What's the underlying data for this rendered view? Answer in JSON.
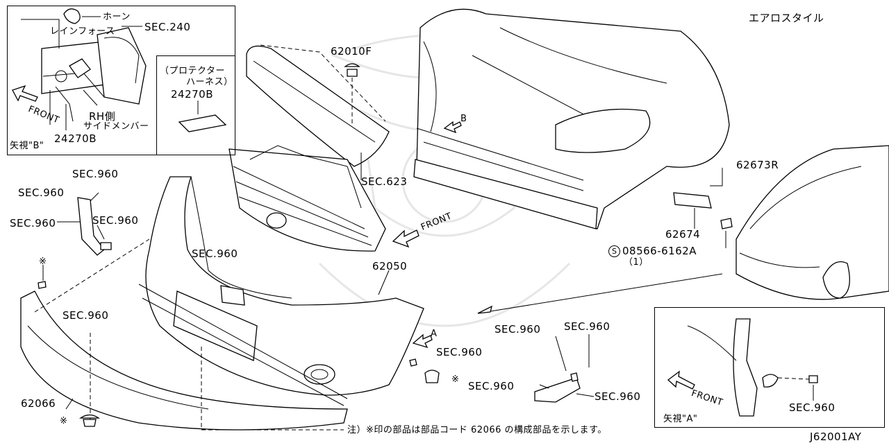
{
  "header": {
    "aero_style": "エアロスタイル"
  },
  "inset_b": {
    "horn": "ホーン",
    "reinforce": "レインフォース",
    "sec240": "SEC.240",
    "protector_line1": "（プロテクター",
    "protector_line2": "ハーネス）",
    "protector_code": "24270B",
    "front": "FRONT",
    "rh_line1": "RH側",
    "rh_line2": "サイドメンバー",
    "part_code": "24270B",
    "view_label": "矢視\"B\""
  },
  "labels": {
    "p62010F": "62010F",
    "sec623": "SEC.623",
    "p62673R": "62673R",
    "p62674": "62674",
    "bolt_code": "08566-6162A",
    "bolt_qty": "（1）",
    "bolt_symbol": "S",
    "front_mid": "FRONT",
    "marker_b": "B",
    "marker_a": "A",
    "p62050": "62050",
    "p62066": "62066",
    "sec960_a": "SEC.960",
    "sec960_b": "SEC.960",
    "sec960_c": "SEC.960",
    "sec960_d": "SEC.960",
    "sec960_e": "SEC.960",
    "sec960_f": "SEC.960",
    "sec960_g": "SEC.960",
    "sec960_h": "SEC.960",
    "sec960_i": "SEC.960",
    "sec960_j": "SEC.960",
    "sec960_k": "SEC.960",
    "star1": "※",
    "star2": "※",
    "star3": "※"
  },
  "inset_a": {
    "front": "FRONT",
    "sec960": "SEC.960",
    "view_label": "矢視\"A\""
  },
  "footer": {
    "note": "注）※印の部品は部品コード 62066 の構成部品を示します。",
    "diagram_code": "J62001AY"
  }
}
